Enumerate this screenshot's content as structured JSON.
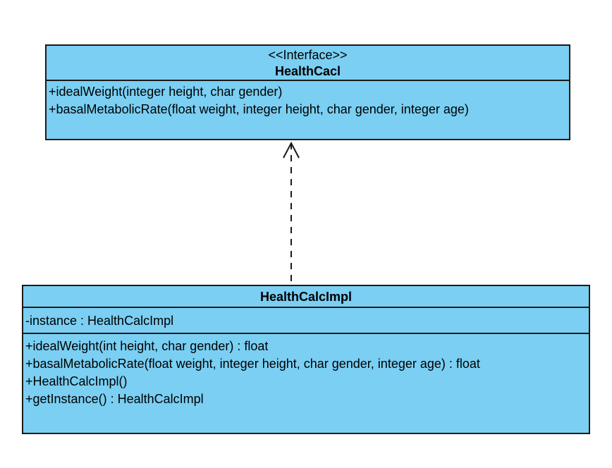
{
  "interface_class": {
    "stereotype": "<<Interface>>",
    "name": "HealthCacl",
    "operations": [
      "+idealWeight(integer height, char gender)",
      "+basalMetabolicRate(float weight, integer height, char gender, integer age)"
    ]
  },
  "impl_class": {
    "name": "HealthCalcImpl",
    "attributes": [
      "-instance : HealthCalcImpl"
    ],
    "operations": [
      "+idealWeight(int height, char gender) : float",
      "+basalMetabolicRate(float weight, integer height, char gender, integer age) : float",
      "+HealthCalcImpl()",
      "+getInstance() : HealthCalcImpl"
    ]
  },
  "relationship": {
    "type": "realization"
  },
  "colors": {
    "class_fill": "#7acff3",
    "border": "#1a1a1a"
  }
}
